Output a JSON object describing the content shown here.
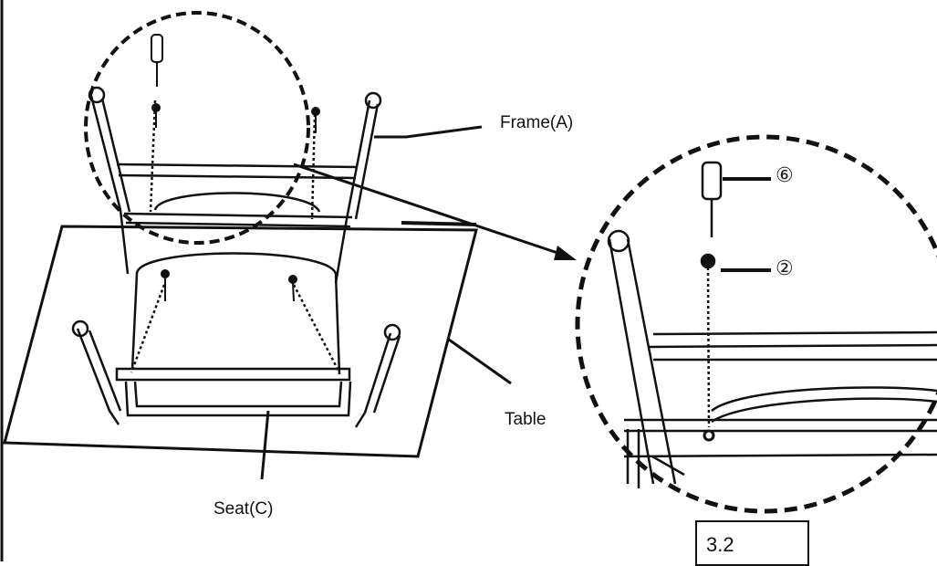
{
  "labels": {
    "frame": "Frame(A)",
    "table": "Table",
    "seat": "Seat(C)",
    "part_screwdriver": "⑥",
    "part_bolt": "②"
  },
  "step": "3.2"
}
